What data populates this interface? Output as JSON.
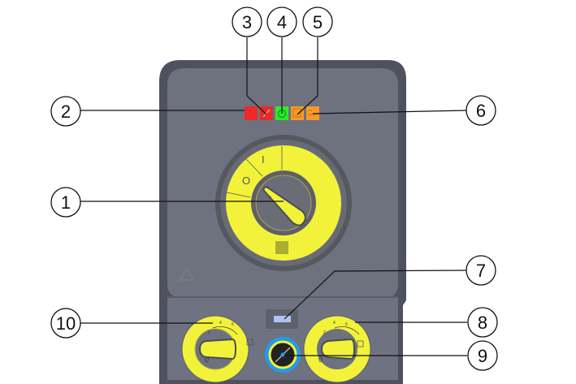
{
  "diagram": {
    "title": "Control panel overview",
    "colors": {
      "housing_outer": "#4f525e",
      "housing_inner": "#6e717e",
      "lower_panel": "#6f7280",
      "knob_yellow": "#f2f23a",
      "knob_dark": "#5d606b",
      "led_red": "#f02828",
      "led_green": "#2fe82f",
      "led_orange": "#f59a2a",
      "gauge_blue": "#1e9cf0",
      "display_blue": "#a9c4f5",
      "callout_line": "#111111"
    },
    "main_switch": {
      "positions": [
        "O",
        "I"
      ],
      "pointer_symbol": "▲"
    },
    "left_knob": {
      "scale": [
        "0",
        "2",
        "4",
        "6"
      ],
      "end_symbol": "detergent-icon"
    },
    "right_knob": {
      "scale": [
        "0",
        "2",
        "4",
        "6"
      ],
      "end_symbol": "detergent-icon"
    },
    "indicators": [
      {
        "id": "2",
        "color": "red",
        "icon": "blank"
      },
      {
        "id": "3",
        "color": "red",
        "icon": "wrench-icon"
      },
      {
        "id": "4",
        "color": "green",
        "icon": "power-icon"
      },
      {
        "id": "5",
        "color": "orange",
        "icon": "fuel-tank-icon"
      },
      {
        "id": "6",
        "color": "orange",
        "icon": "info-icon"
      }
    ],
    "callouts": [
      {
        "label": "1",
        "target": "main-switch"
      },
      {
        "label": "2",
        "target": "indicator-red"
      },
      {
        "label": "3",
        "target": "indicator-service"
      },
      {
        "label": "4",
        "target": "indicator-power"
      },
      {
        "label": "5",
        "target": "indicator-fuel"
      },
      {
        "label": "6",
        "target": "indicator-info"
      },
      {
        "label": "7",
        "target": "display"
      },
      {
        "label": "8",
        "target": "right-knob"
      },
      {
        "label": "9",
        "target": "pressure-gauge"
      },
      {
        "label": "10",
        "target": "left-knob"
      }
    ]
  }
}
